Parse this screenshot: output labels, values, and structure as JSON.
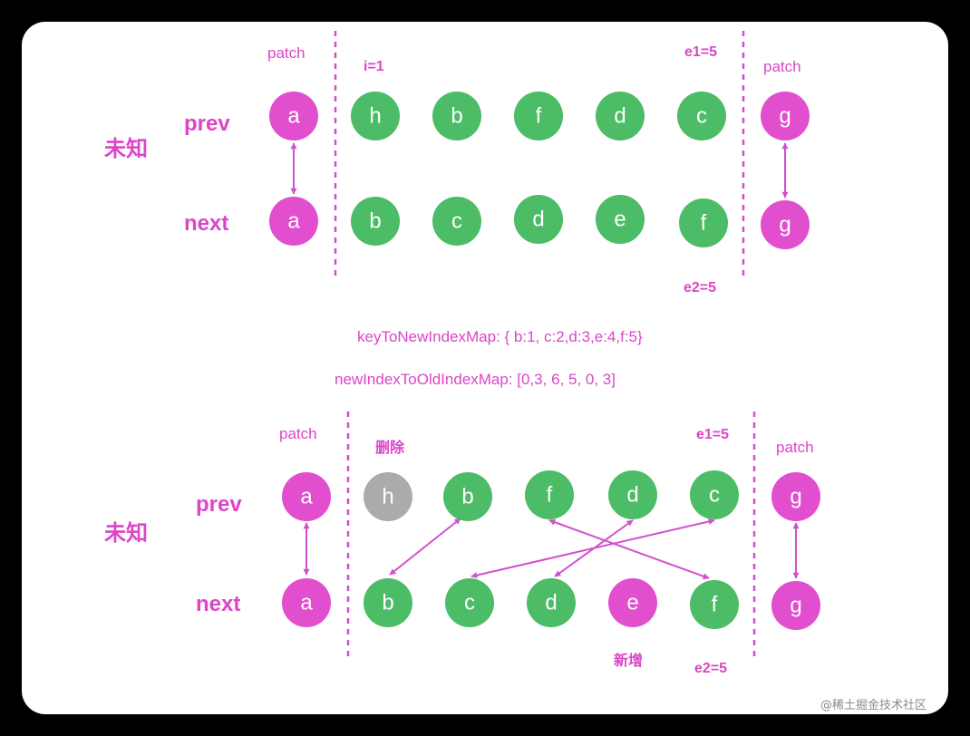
{
  "colors": {
    "pink": "#e14fcf",
    "green": "#4cbc66",
    "gray": "#ababab",
    "label": "#dc45c8",
    "arrow": "#d24fce"
  },
  "top": {
    "side_label": "未知",
    "prev_label": "prev",
    "next_label": "next",
    "patch_left": "patch",
    "patch_right": "patch",
    "i_label": "i=1",
    "e1_label": "e1=5",
    "e2_label": "e2=5",
    "prev_nodes": [
      {
        "text": "a",
        "color": "pink"
      },
      {
        "text": "h",
        "color": "green"
      },
      {
        "text": "b",
        "color": "green"
      },
      {
        "text": "f",
        "color": "green"
      },
      {
        "text": "d",
        "color": "green"
      },
      {
        "text": "c",
        "color": "green"
      },
      {
        "text": "g",
        "color": "pink"
      }
    ],
    "next_nodes": [
      {
        "text": "a",
        "color": "pink"
      },
      {
        "text": "b",
        "color": "green"
      },
      {
        "text": "c",
        "color": "green"
      },
      {
        "text": "d",
        "color": "green"
      },
      {
        "text": "e",
        "color": "green"
      },
      {
        "text": "f",
        "color": "green"
      },
      {
        "text": "g",
        "color": "pink"
      }
    ]
  },
  "maps": {
    "key_to_new": "keyToNewIndexMap: { b:1, c:2,d:3,e:4,f:5}",
    "new_to_old": "newIndexToOldIndexMap: [0,3,  6,  5,  0,  3]"
  },
  "bottom": {
    "side_label": "未知",
    "prev_label": "prev",
    "next_label": "next",
    "patch_left": "patch",
    "patch_right": "patch",
    "delete_label": "删除",
    "add_label": "新增",
    "e1_label": "e1=5",
    "e2_label": "e2=5",
    "prev_nodes": [
      {
        "text": "a",
        "color": "pink"
      },
      {
        "text": "h",
        "color": "gray"
      },
      {
        "text": "b",
        "color": "green"
      },
      {
        "text": "f",
        "color": "green"
      },
      {
        "text": "d",
        "color": "green"
      },
      {
        "text": "c",
        "color": "green"
      },
      {
        "text": "g",
        "color": "pink"
      }
    ],
    "next_nodes": [
      {
        "text": "a",
        "color": "pink"
      },
      {
        "text": "b",
        "color": "green"
      },
      {
        "text": "c",
        "color": "green"
      },
      {
        "text": "d",
        "color": "green"
      },
      {
        "text": "e",
        "color": "pink"
      },
      {
        "text": "f",
        "color": "green"
      },
      {
        "text": "g",
        "color": "pink"
      }
    ]
  },
  "watermark": "@稀土掘金技术社区"
}
